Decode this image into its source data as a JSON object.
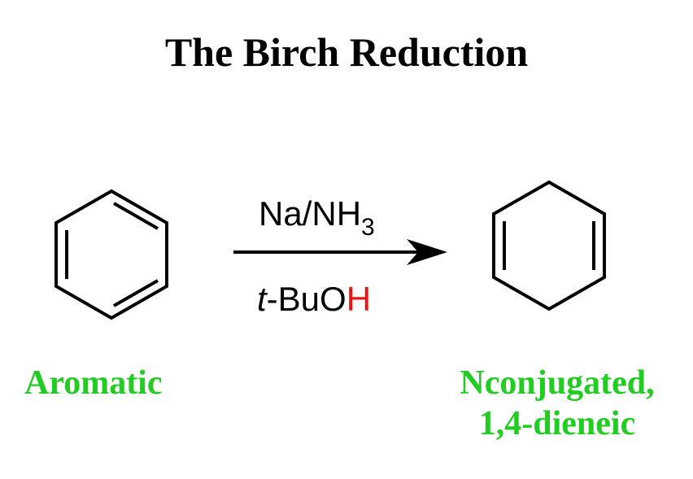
{
  "title": "The Birch Reduction",
  "reagents": {
    "top_main": "Na/NH",
    "top_subscript": "3",
    "bottom_prefix": "t",
    "bottom_middle": "-BuO",
    "bottom_h": "H"
  },
  "labels": {
    "reactant": "Aromatic",
    "product_line1": "Nconjugated,",
    "product_line2": "1,4-dieneic"
  },
  "colors": {
    "label_green": "#22cc22",
    "hydrogen_red": "#ee1111",
    "ink": "#000000"
  }
}
